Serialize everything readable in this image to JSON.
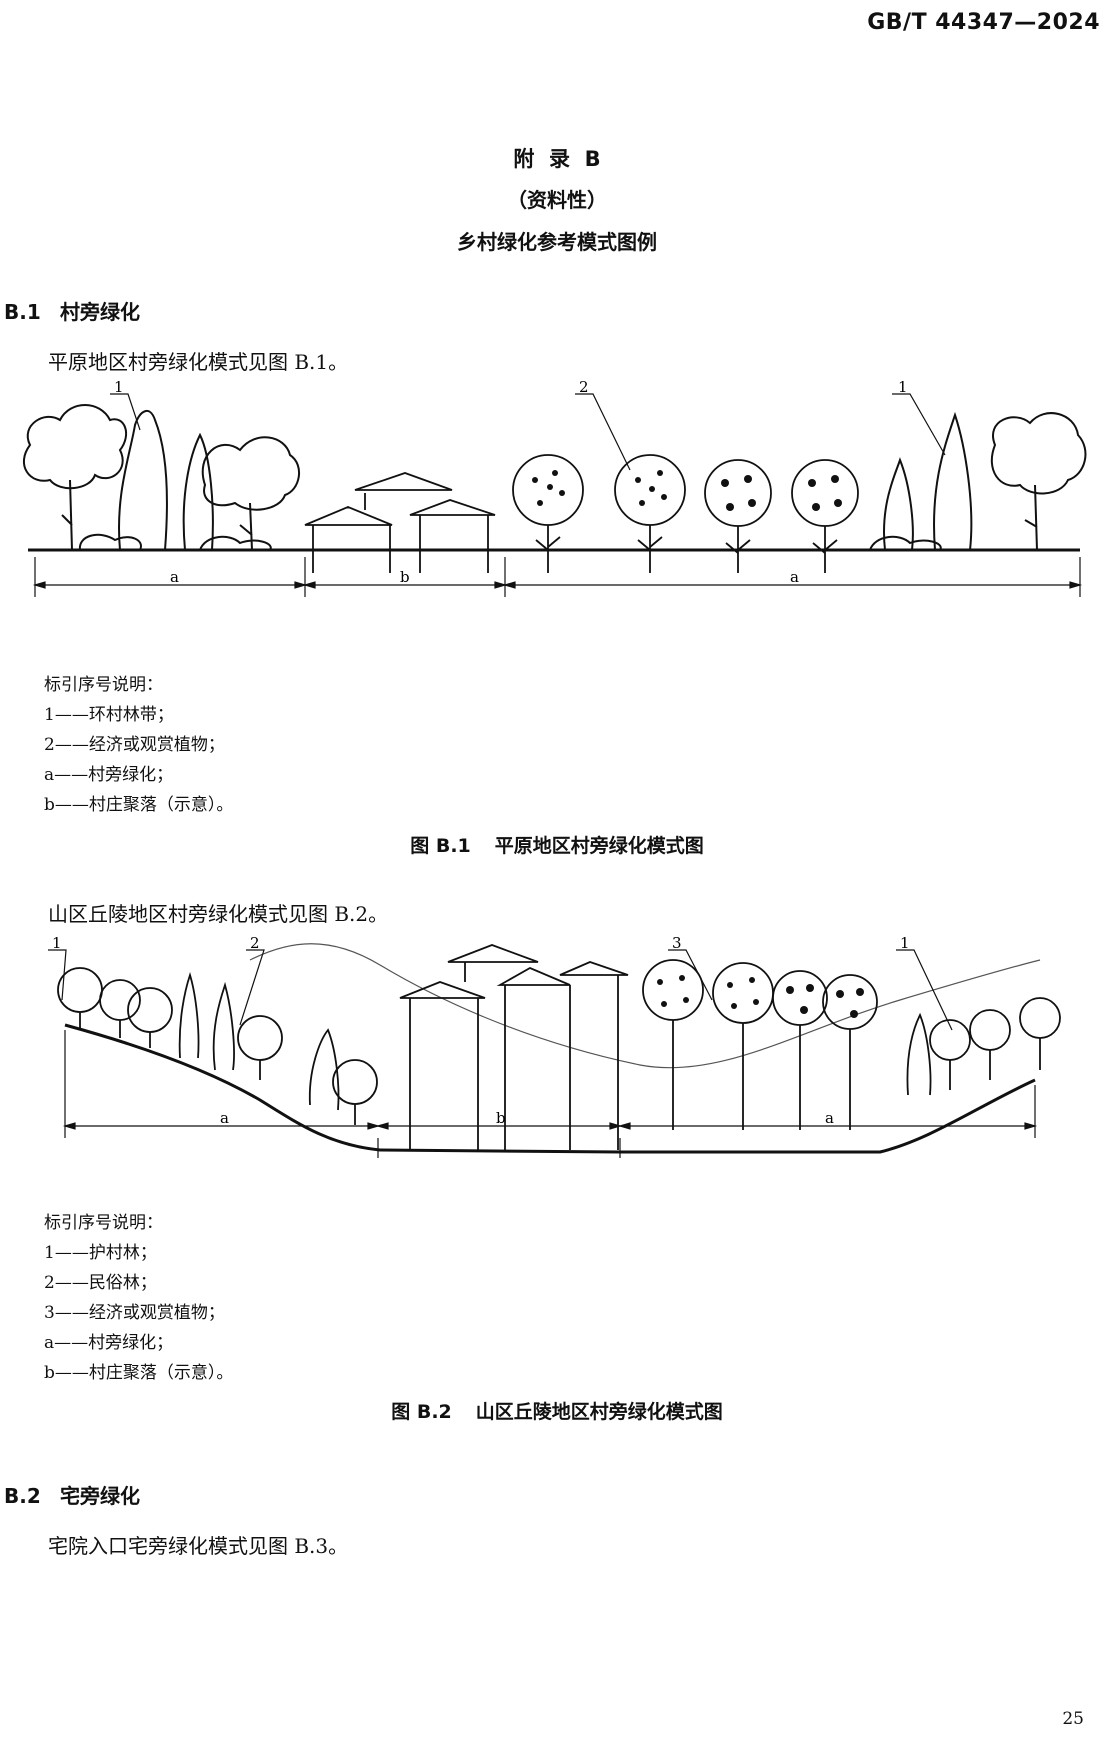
{
  "header": {
    "standard_code": "GB/T 44347—2024"
  },
  "appendix": {
    "title": "附  录  B",
    "nature": "（资料性）",
    "name": "乡村绿化参考模式图例"
  },
  "section_b1": {
    "number": "B.1",
    "title": "村旁绿化",
    "intro": "平原地区村旁绿化模式见图 B.1。",
    "figure": {
      "callouts": [
        "1",
        "2",
        "1"
      ],
      "dimension_labels": [
        "a",
        "b",
        "a"
      ]
    },
    "key_title": "标引序号说明：",
    "key_items": [
      "1——环村林带；",
      "2——经济或观赏植物；",
      "a——村旁绿化；",
      "b——村庄聚落（示意）。"
    ],
    "caption_label": "图 B.1",
    "caption_text": "平原地区村旁绿化模式图"
  },
  "section_b1_2": {
    "intro": "山区丘陵地区村旁绿化模式见图 B.2。",
    "figure": {
      "callouts": [
        "1",
        "2",
        "3",
        "1"
      ],
      "dimension_labels": [
        "a",
        "b",
        "a"
      ]
    },
    "key_title": "标引序号说明：",
    "key_items": [
      "1——护村林；",
      "2——民俗林；",
      "3——经济或观赏植物；",
      "a——村旁绿化；",
      "b——村庄聚落（示意）。"
    ],
    "caption_label": "图 B.2",
    "caption_text": "山区丘陵地区村旁绿化模式图"
  },
  "section_b2": {
    "number": "B.2",
    "title": "宅旁绿化",
    "intro": "宅院入口宅旁绿化模式见图 B.3。"
  },
  "footer": {
    "page_number": "25"
  }
}
